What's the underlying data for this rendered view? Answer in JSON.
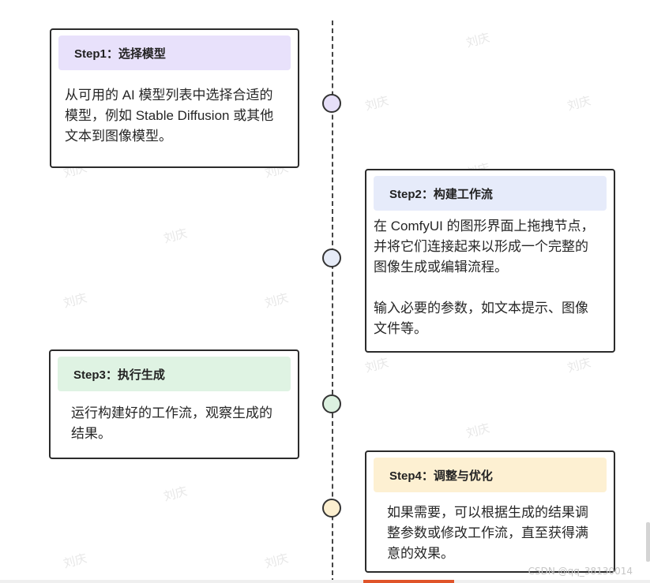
{
  "steps": [
    {
      "title": "Step1：选择模型",
      "header_color": "#e8e1fb",
      "node_color": "#e6dff8",
      "paragraphs": [
        "从可用的 AI 模型列表中选择合适的模型，例如 Stable Diffusion 或其他文本到图像模型。"
      ]
    },
    {
      "title": "Step2：构建工作流",
      "header_color": "#e6ebfa",
      "node_color": "#e6ebf7",
      "paragraphs": [
        "在 ComfyUI 的图形界面上拖拽节点，并将它们连接起来以形成一个完整的图像生成或编辑流程。",
        "输入必要的参数，如文本提示、图像文件等。"
      ]
    },
    {
      "title": "Step3：执行生成",
      "header_color": "#dff3e3",
      "node_color": "#dcf1e0",
      "paragraphs": [
        "运行构建好的工作流，观察生成的结果。"
      ]
    },
    {
      "title": "Step4：调整与优化",
      "header_color": "#fdf0d2",
      "node_color": "#fcefcf",
      "paragraphs": [
        "如果需要，可以根据生成的结果调整参数或修改工作流，直至获得满意的效果。"
      ]
    }
  ],
  "watermark_text": "刘庆",
  "csdn_mark": "CSDN @qq_38130014"
}
